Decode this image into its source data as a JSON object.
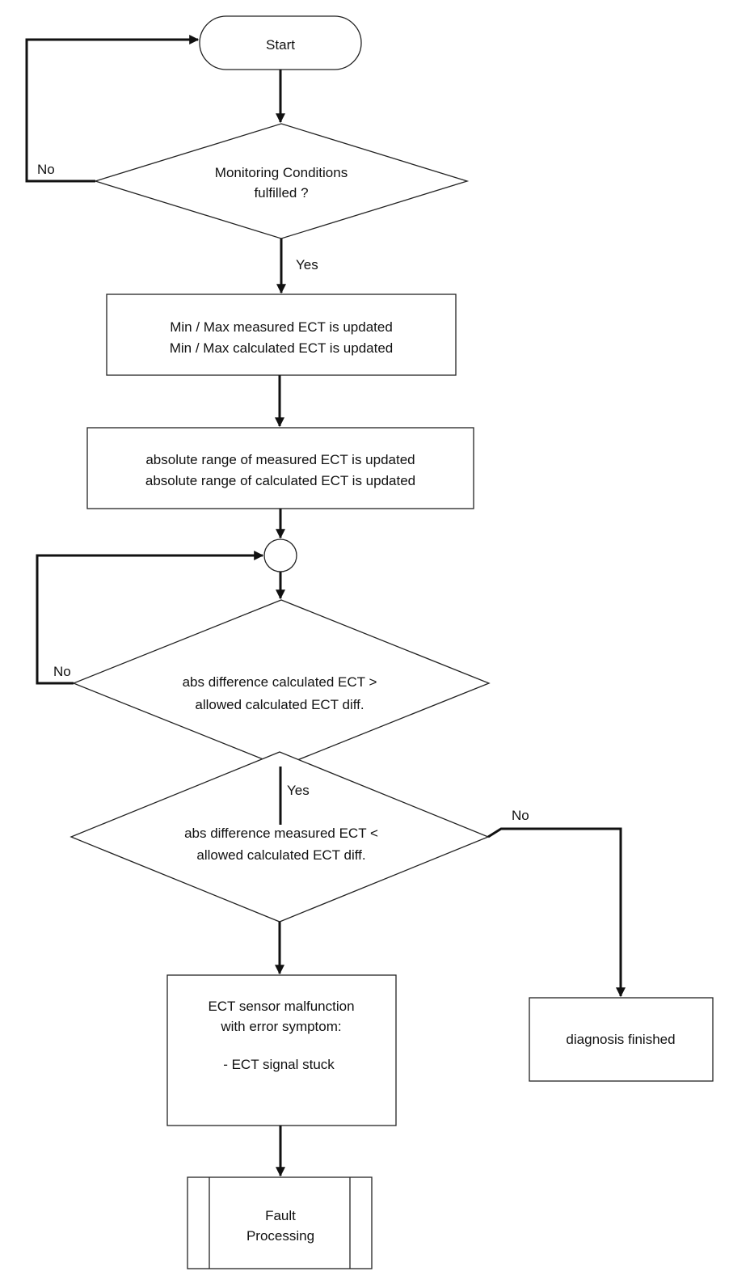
{
  "diagram": {
    "start": "Start",
    "decision_monitoring": [
      "Monitoring Conditions",
      "fulfilled ?"
    ],
    "process_minmax": [
      "Min / Max measured ECT is updated",
      "Min / Max calculated ECT is updated"
    ],
    "process_range": [
      "absolute range of measured ECT is updated",
      "absolute range of calculated ECT is updated"
    ],
    "decision_calc_diff": [
      "abs difference calculated ECT  >",
      "allowed calculated ECT diff."
    ],
    "decision_meas_diff": [
      "abs difference measured ECT  <",
      "allowed calculated ECT diff."
    ],
    "process_malfunction": [
      "ECT sensor malfunction",
      "with error symptom:",
      "- ECT signal stuck"
    ],
    "process_finished": "diagnosis finished",
    "subprocess_fault": [
      "Fault",
      "Processing"
    ],
    "labels": {
      "no_1": "No",
      "yes_1": "Yes",
      "no_2": "No",
      "yes_2": "Yes",
      "no_3": "No"
    },
    "colors": {
      "line": "#111111",
      "shape_stroke": "#222222",
      "background": "#ffffff"
    }
  }
}
